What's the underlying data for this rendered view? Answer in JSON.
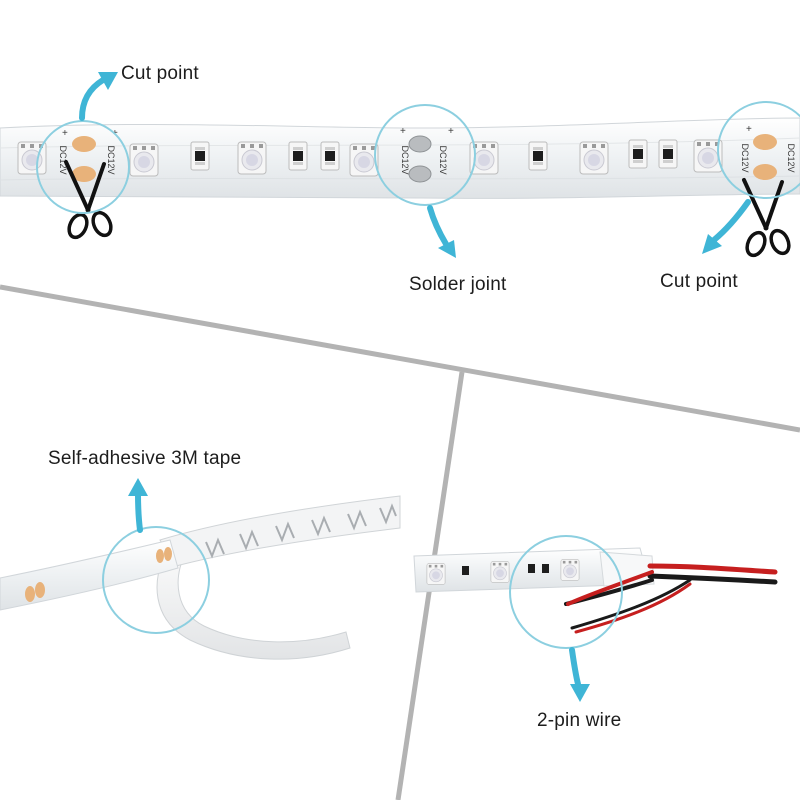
{
  "labels": {
    "cut_point_left": "Cut point",
    "solder_joint": "Solder joint",
    "cut_point_right": "Cut point",
    "tape": "Self-adhesive 3M tape",
    "wire": "2-pin wire"
  },
  "pcb_marks": {
    "voltage": "DC12V",
    "plus": "+"
  },
  "colors": {
    "callout_circle": "#8ccfe0",
    "arrow": "#3fb5d6",
    "divider": "#b3b3b3",
    "strip": "#f1f3f4",
    "pad": "#e8b27a",
    "wire_red": "#c61f1f",
    "wire_black": "#1a1a1a"
  },
  "icons": {
    "scissors": "scissors-icon",
    "arrow": "callout-arrow-icon"
  }
}
